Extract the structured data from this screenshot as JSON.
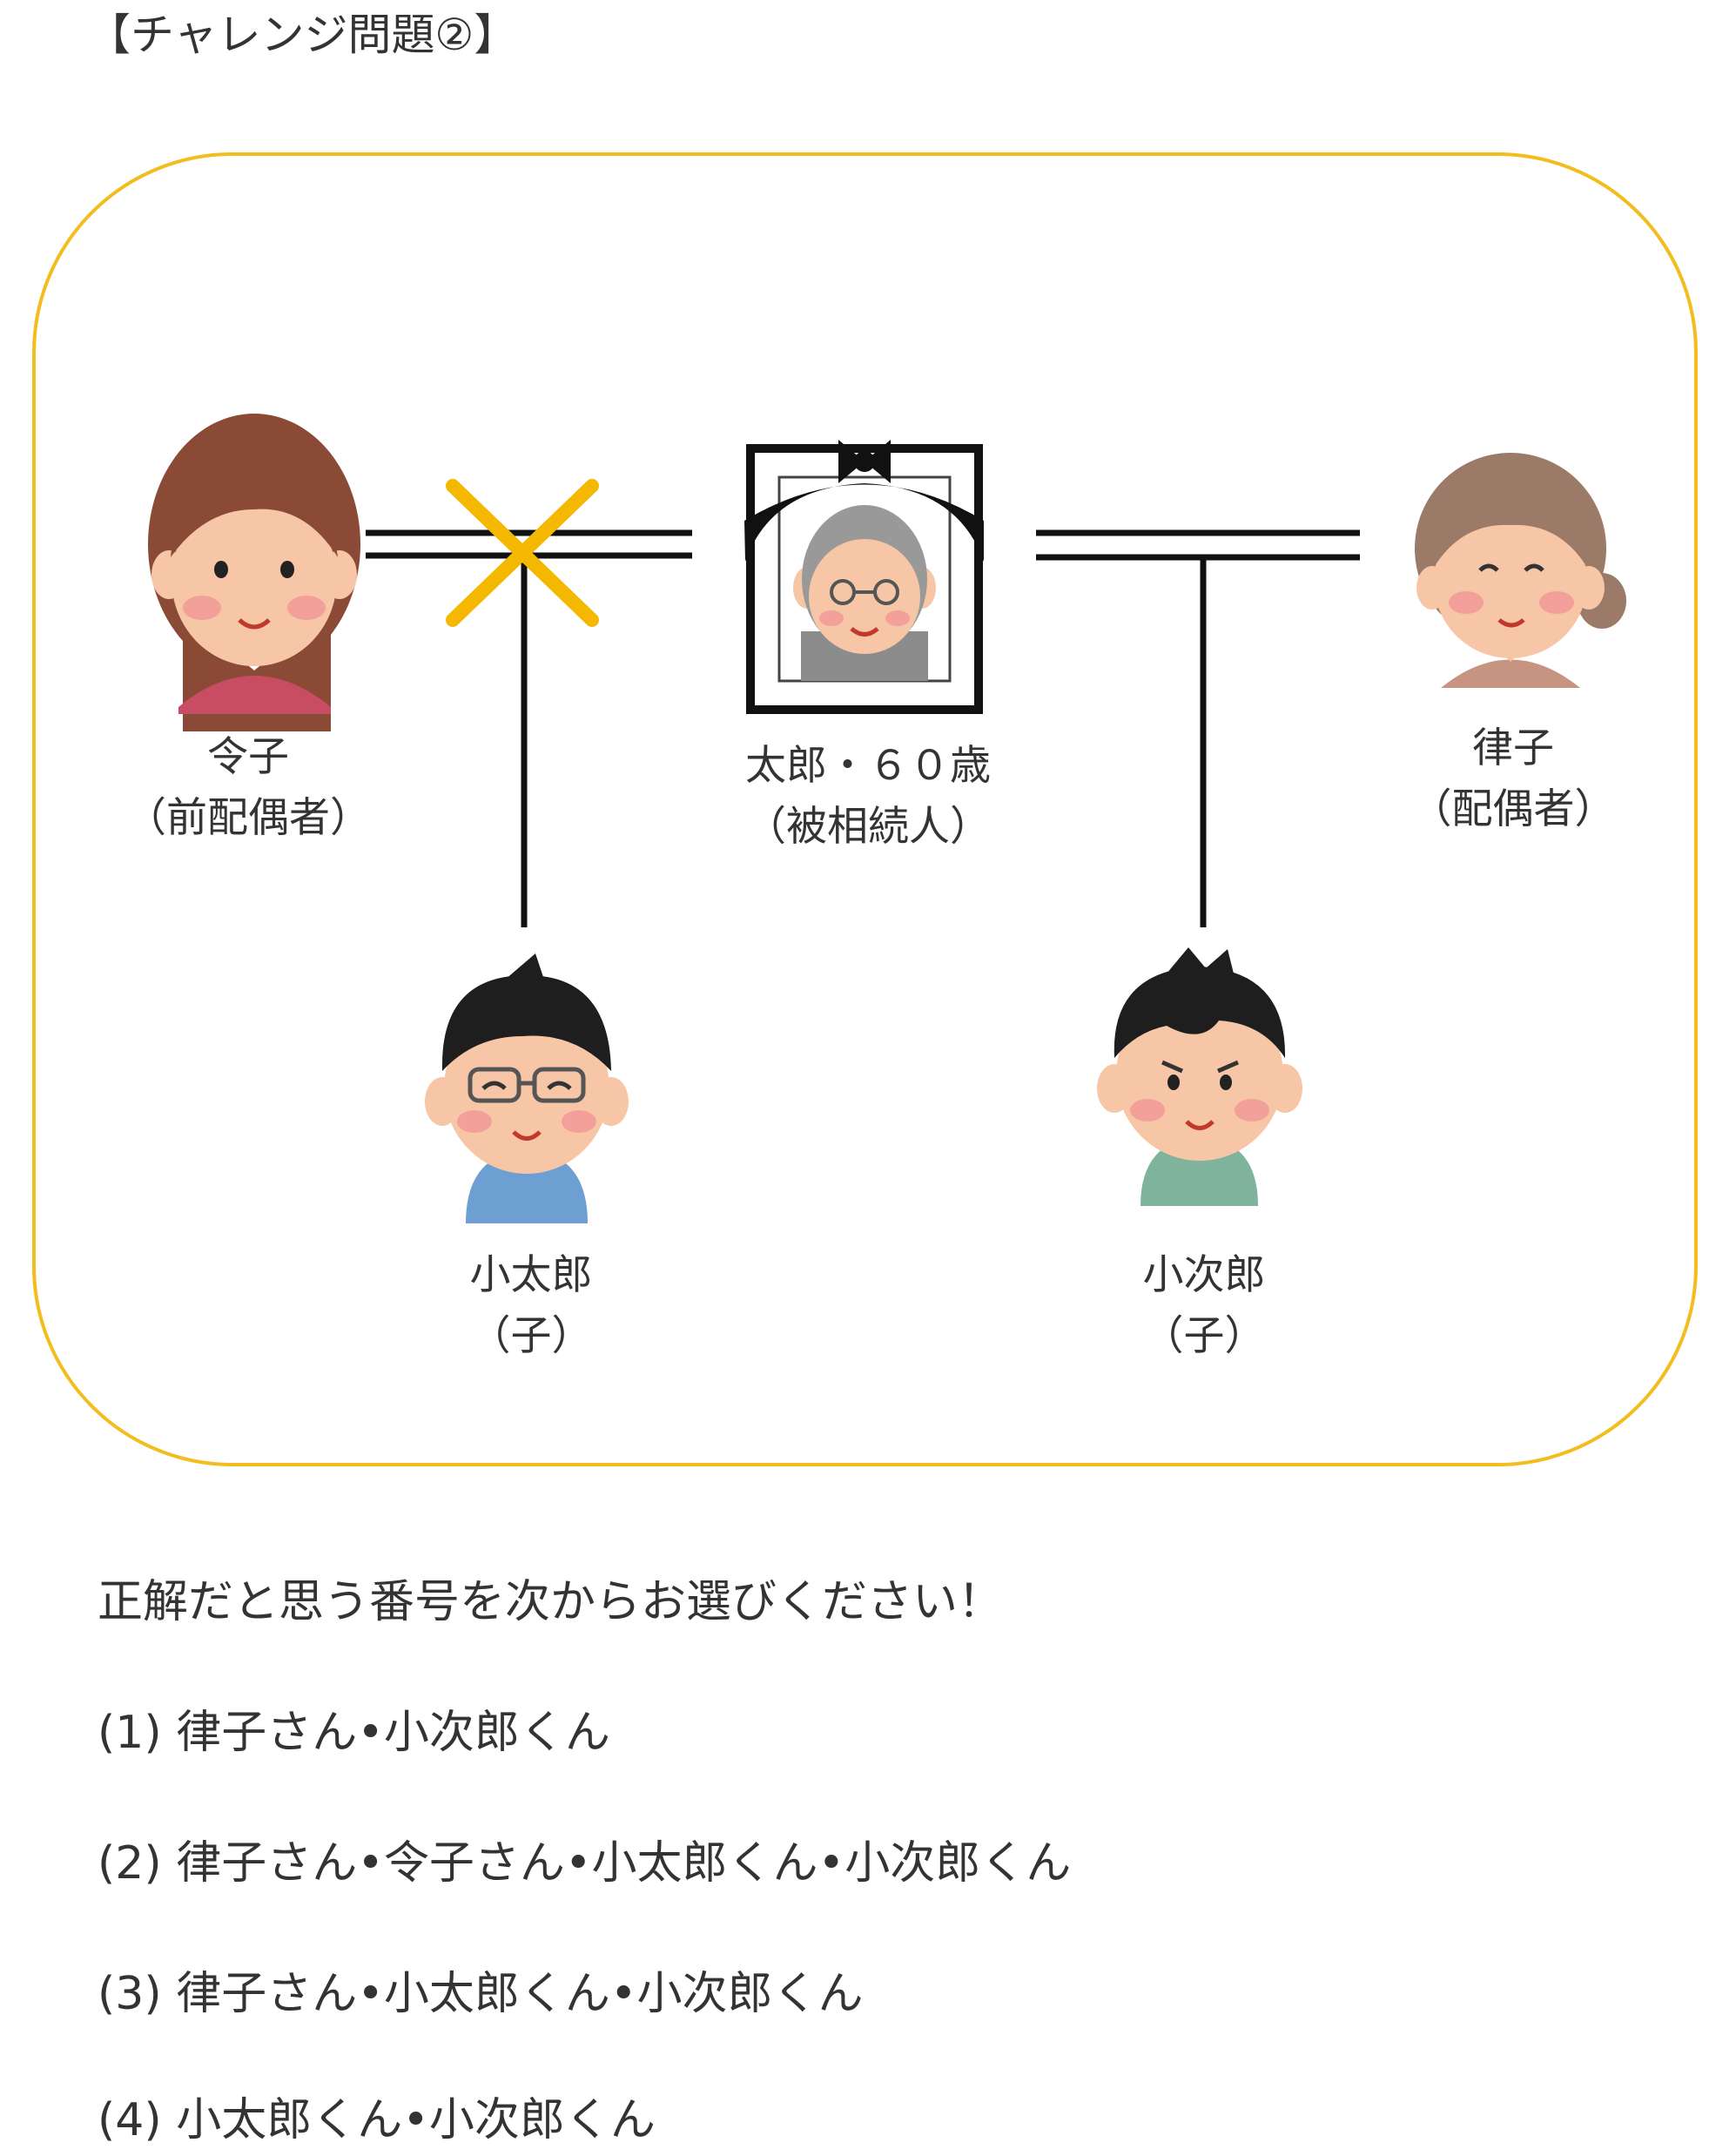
{
  "title": "【チャレンジ問題②】",
  "people": {
    "former_spouse": {
      "name": "令子",
      "role": "（前配偶者）"
    },
    "deceased": {
      "name": "太郎・６０歳",
      "role": "（被相続人）"
    },
    "spouse": {
      "name": "律子",
      "role": "（配偶者）"
    },
    "child1": {
      "name": "小太郎",
      "role": "（子）"
    },
    "child2": {
      "name": "小次郎",
      "role": "（子）"
    }
  },
  "colors": {
    "frame": "#f2bd1f",
    "divorce_cross": "#f5b800",
    "line": "#111111"
  },
  "question": "正解だと思う番号を次からお選びください！",
  "options": [
    "(1) 律子さん•小次郎くん",
    "(2) 律子さん•令子さん•小太郎くん•小次郎くん",
    "(3) 律子さん•小太郎くん•小次郎くん",
    "(4) 小太郎くん•小次郎くん"
  ]
}
